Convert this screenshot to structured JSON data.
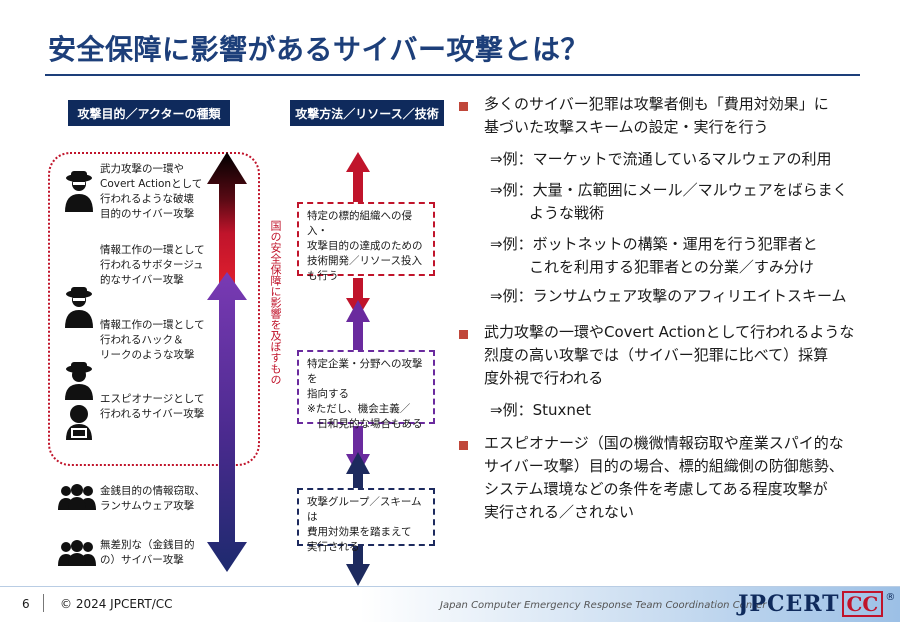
{
  "title": "安全保障に影響があるサイバー攻撃とは？",
  "left_header": "攻撃目的／アクターの種類",
  "right_header": "攻撃方法／リソース／技術",
  "actors": [
    {
      "lines": [
        "武力攻撃の一環や",
        "Covert Actionとして",
        "行われるような破壊",
        "目的のサイバー攻撃"
      ],
      "icon": "spy-person-icon"
    },
    {
      "lines": [
        "情報工作の一環として",
        "行われるサボタージュ",
        "的なサイバー攻撃"
      ],
      "icon": ""
    },
    {
      "lines": [
        "情報工作の一環として",
        "行われるハック＆",
        "リークのような攻撃"
      ],
      "icon": "spy-person-icon"
    },
    {
      "lines": [
        "エスピオナージとして",
        "行われるサイバー攻撃"
      ],
      "icon": "spy-person-icon"
    },
    {
      "lines": [
        "金銭目的の情報窃取、",
        "ランサムウェア攻撃"
      ],
      "icon": "group-icon"
    },
    {
      "lines": [
        "無差別な（金銭目的",
        "の）サイバー攻撃"
      ],
      "icon": "group-icon"
    }
  ],
  "vertical_label": "国の安全保障に影響を及ぼすもの",
  "method_boxes": [
    {
      "lines": [
        "特定の標的組織への侵入・",
        "攻撃目的の達成のための",
        "技術開発／リソース投入",
        "も行う"
      ],
      "color": "#c0142b"
    },
    {
      "lines": [
        "特定企業・分野への攻撃を",
        "指向する",
        "※ただし、機会主義／",
        "　日和見的な場合もある"
      ],
      "color": "#6a2a9e"
    },
    {
      "lines": [
        "攻撃グループ／スキームは",
        "費用対効果を踏まえて",
        "実行される"
      ],
      "color": "#1d2a5e"
    }
  ],
  "bullets": [
    {
      "lines": [
        "多くのサイバー犯罪は攻撃者側も「費用対効果」に",
        "基づいた攻撃スキームの設定・実行を行う"
      ],
      "examples": [
        {
          "prefix": "⇒例：",
          "lines": [
            "マーケットで流通しているマルウェアの利用"
          ]
        },
        {
          "prefix": "⇒例：",
          "lines": [
            "大量・広範囲にメール／マルウェアをばらまく",
            "ような戦術"
          ]
        },
        {
          "prefix": "⇒例：",
          "lines": [
            "ボットネットの構築・運用を行う犯罪者と",
            "これを利用する犯罪者との分業／すみ分け"
          ]
        },
        {
          "prefix": "⇒例：",
          "lines": [
            "ランサムウェア攻撃のアフィリエイトスキーム"
          ]
        }
      ]
    },
    {
      "lines": [
        "武力攻撃の一環やCovert Actionとして行われるような",
        "烈度の高い攻撃では（サイバー犯罪に比べて）採算",
        "度外視で行われる"
      ],
      "examples": [
        {
          "prefix": "⇒例：",
          "lines": [
            "Stuxnet"
          ]
        }
      ]
    },
    {
      "lines": [
        "エスピオナージ（国の機微情報窃取や産業スパイ的な",
        "サイバー攻撃）目的の場合、標的組織側の防御態勢、",
        "システム環境などの条件を考慮してある程度攻撃が",
        "実行される／されない"
      ],
      "examples": []
    }
  ],
  "footer": {
    "page_number": "6",
    "copyright": "© 2024 JPCERT/CC",
    "org_name": "Japan Computer Emergency Response Team Coordination Center",
    "logo_main": "JPCERT",
    "logo_cc": "CC",
    "logo_reg": "®"
  },
  "colors": {
    "navy": "#0f2a5c",
    "red": "#c0142b",
    "purple": "#6a2a9e",
    "dark_navy": "#1d2a5e"
  }
}
